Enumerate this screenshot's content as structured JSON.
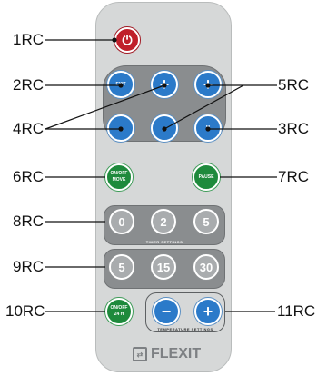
{
  "labels": {
    "rc1": "1RC",
    "rc2": "2RC",
    "rc3": "3RC",
    "rc4": "4RC",
    "rc5": "5RC",
    "rc6": "6RC",
    "rc7": "7RC",
    "rc8": "8RC",
    "rc9": "9RC",
    "rc10": "10RC",
    "rc11": "11RC"
  },
  "buttons": {
    "on_off_move": [
      "ON/OFF",
      "MOVE"
    ],
    "pause": "PAUSE",
    "exit": "EXIT",
    "menu": "M",
    "timer": [
      "0",
      "2",
      "5"
    ],
    "timer_b": [
      "5",
      "15",
      "30"
    ],
    "on_off_24h": [
      "ON/OFF",
      "24 H"
    ],
    "minus": "−",
    "plus": "+"
  },
  "captions": {
    "timer_settings": "TIMER SETTINGS",
    "temperature_settings": "TEMPERATURE SETTINGS"
  },
  "brand": "FLEXIT",
  "icons": [
    "power-icon",
    "arrow-up-icon",
    "arrow-down-icon",
    "flexit-logo-icon"
  ],
  "colors": {
    "power": "#c01f2a",
    "nav": "#2b7ac9",
    "green": "#1e8a3c",
    "grey": "#a9acae"
  }
}
